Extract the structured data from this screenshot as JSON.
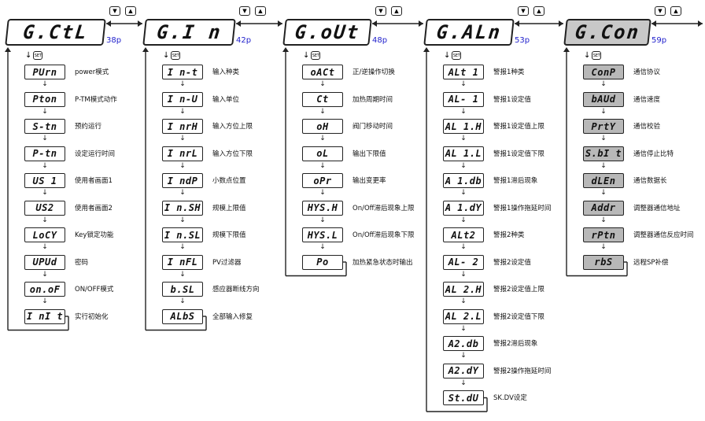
{
  "keys": {
    "down": "▼",
    "up": "▲"
  },
  "set_key_label": "SET",
  "groups": [
    {
      "title": "G.CtL",
      "page": "38p",
      "shaded": false,
      "params": [
        {
          "code": "PUrn",
          "label": "power模式"
        },
        {
          "code": "Pton",
          "label": "P-TM模式动作"
        },
        {
          "code": "S-tn",
          "label": "预约运行"
        },
        {
          "code": "P-tn",
          "label": "设定运行时间"
        },
        {
          "code": "US 1",
          "label": "使用者画面1"
        },
        {
          "code": "US2",
          "label": "使用者画面2"
        },
        {
          "code": "LoCY",
          "label": "Key锁定功能"
        },
        {
          "code": "UPUd",
          "label": "密码"
        },
        {
          "code": "on.oF",
          "label": "ON/OFF模式"
        },
        {
          "code": "I nI t",
          "label": "实行初始化"
        }
      ]
    },
    {
      "title": "G.I n",
      "page": "42p",
      "shaded": false,
      "params": [
        {
          "code": "I n-t",
          "label": "输入种类"
        },
        {
          "code": "I n-U",
          "label": "输入单位"
        },
        {
          "code": "I nrH",
          "label": "输入方位上限"
        },
        {
          "code": "I nrL",
          "label": "输入方位下限"
        },
        {
          "code": "I ndP",
          "label": "小数点位置"
        },
        {
          "code": "I n.SH",
          "label": "规模上限值"
        },
        {
          "code": "I n.SL",
          "label": "规模下限值"
        },
        {
          "code": "I nFL",
          "label": "PV过滤器"
        },
        {
          "code": "b.SL",
          "label": "感应器断线方向"
        },
        {
          "code": "ALbS",
          "label": "全部输入修复"
        }
      ]
    },
    {
      "title": "G.oUt",
      "page": "48p",
      "shaded": false,
      "params": [
        {
          "code": "oACt",
          "label": "正/逆操作切换"
        },
        {
          "code": "Ct",
          "label": "加热周期时间"
        },
        {
          "code": "oH",
          "label": "阀门移动时间"
        },
        {
          "code": "oL",
          "label": "输出下限值"
        },
        {
          "code": "oPr",
          "label": "输出变更率"
        },
        {
          "code": "HYS.H",
          "label": "On/Off滞后现象上限"
        },
        {
          "code": "HYS.L",
          "label": "On/Off滞后现象下限"
        },
        {
          "code": "Po",
          "label": "加热紧急状态时输出"
        }
      ]
    },
    {
      "title": "G.ALn",
      "page": "53p",
      "shaded": false,
      "params": [
        {
          "code": "ALt 1",
          "label": "警报1种类"
        },
        {
          "code": "AL- 1",
          "label": "警报1设定值"
        },
        {
          "code": "AL 1.H",
          "label": "警报1设定值上限"
        },
        {
          "code": "AL 1.L",
          "label": "警报1设定值下限"
        },
        {
          "code": "A 1.db",
          "label": "警报1滞后现象"
        },
        {
          "code": "A 1.dY",
          "label": "警报1操作拖延时间"
        },
        {
          "code": "ALt2",
          "label": "警报2种类"
        },
        {
          "code": "AL- 2",
          "label": "警报2设定值"
        },
        {
          "code": "AL 2.H",
          "label": "警报2设定值上限"
        },
        {
          "code": "AL 2.L",
          "label": "警报2设定值下限"
        },
        {
          "code": "A2.db",
          "label": "警报2滞后现象"
        },
        {
          "code": "A2.dY",
          "label": "警报2操作拖延时间"
        },
        {
          "code": "St.dU",
          "label": "SK.DV设定"
        }
      ]
    },
    {
      "title": "G.Con",
      "page": "59p",
      "shaded": true,
      "params": [
        {
          "code": "ConP",
          "label": "通信协议"
        },
        {
          "code": "bAUd",
          "label": "通信速度"
        },
        {
          "code": "PrtY",
          "label": "通信校验"
        },
        {
          "code": "S.bI t",
          "label": "通信停止比特"
        },
        {
          "code": "dLEn",
          "label": "通信数据长"
        },
        {
          "code": "Addr",
          "label": "调整器通信地址"
        },
        {
          "code": "rPtn",
          "label": "调整器通信反应时间"
        },
        {
          "code": "rbS",
          "label": "远程SP补偿"
        }
      ]
    }
  ]
}
